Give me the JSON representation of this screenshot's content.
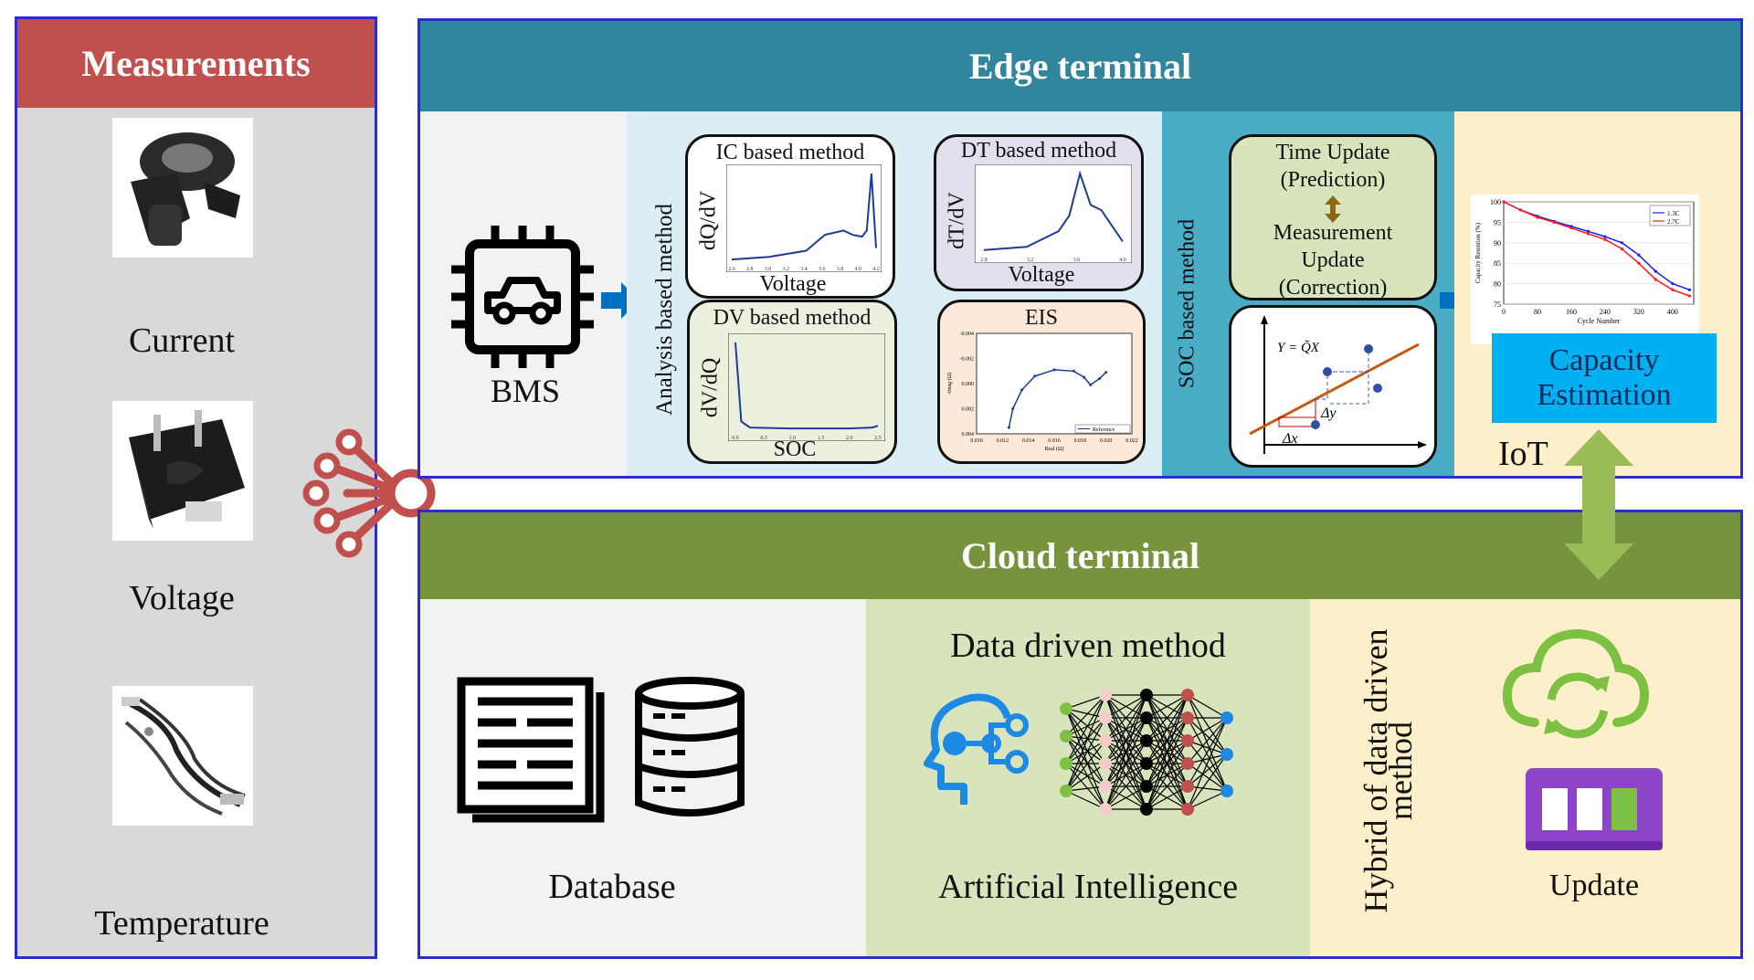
{
  "measurements": {
    "header": "Measurements",
    "items": [
      "Current",
      "Voltage",
      "Temperature"
    ]
  },
  "edge": {
    "header": "Edge terminal",
    "bms_label": "BMS",
    "analysis_label": "Analysis based method",
    "ic": {
      "title": "IC based method",
      "ylabel": "dQ/dV",
      "xlabel": "Voltage",
      "ticks": [
        "2.6",
        "2.8",
        "3.0",
        "3.2",
        "3.4",
        "3.6",
        "3.8",
        "4.0",
        "4.2"
      ]
    },
    "dt": {
      "title": "DT based method",
      "ylabel": "dT/dV",
      "xlabel": "Voltage",
      "ticks": [
        "2.8",
        "3.2",
        "3.6",
        "4.0"
      ]
    },
    "dv": {
      "title": "DV based method",
      "ylabel": "dV/dQ",
      "xlabel": "SOC",
      "ticks": [
        "0.0",
        "0.5",
        "1.0",
        "1.5",
        "2.0",
        "2.5"
      ]
    },
    "eis": {
      "title": "EIS",
      "ylabel": "-Imag (Ω)",
      "xlabel": "Real (Ω)",
      "yticks": [
        "-0.004",
        "-0.002",
        "0.000",
        "0.002",
        "0.004"
      ],
      "xticks": [
        "0.010",
        "0.012",
        "0.014",
        "0.016",
        "0.018",
        "0.020",
        "0.022"
      ],
      "legend": "Reference"
    },
    "soc_label": "SOC based method",
    "kalman": {
      "line1": "Time Update",
      "line2": "(Prediction)",
      "line3": "Measurement",
      "line4": "Update",
      "line5": "(Correction)"
    },
    "regression": {
      "equation": "Y = Q̃X",
      "dy": "Δy",
      "dx": "Δx"
    },
    "capacity_chart": {
      "ylabel": "Capacity Retention (%)",
      "xlabel": "Cycle Number",
      "yticks": [
        "100",
        "95",
        "90",
        "85",
        "80",
        "75"
      ],
      "xticks": [
        "0",
        "80",
        "160",
        "240",
        "320",
        "400"
      ],
      "legend": [
        "1.3C",
        "2.7C"
      ]
    },
    "capacity_box": {
      "line1": "Capacity",
      "line2": "Estimation"
    },
    "iot_label": "IoT"
  },
  "cloud": {
    "header": "Cloud terminal",
    "database_label": "Database",
    "data_driven_title": "Data driven method",
    "ai_label": "Artificial Intelligence",
    "hybrid_line1": "Hybrid of data driven",
    "hybrid_line2": "method",
    "update_label": "Update"
  },
  "colors": {
    "measurements_header": "#c0504d",
    "edge_header": "#31859c",
    "cloud_header": "#77933c",
    "panel_border": "#2b2bd6",
    "capacity_box": "#00b0f0",
    "arrow_blue": "#0070c0",
    "arrow_green": "#9bbb59",
    "connector_red": "#c0504d"
  },
  "chart_data": [
    {
      "type": "line",
      "title": "IC based method",
      "xlabel": "Voltage",
      "ylabel": "dQ/dV",
      "x": [
        2.6,
        3.0,
        3.4,
        3.6,
        3.8,
        3.9,
        4.0,
        4.05,
        4.1,
        4.15
      ],
      "series": [
        {
          "values": [
            0.02,
            0.05,
            0.12,
            0.3,
            0.35,
            0.3,
            0.28,
            0.35,
            1.0,
            0.15
          ]
        }
      ]
    },
    {
      "type": "line",
      "title": "DT based method",
      "xlabel": "Voltage",
      "ylabel": "dT/dV",
      "x": [
        2.8,
        3.2,
        3.5,
        3.6,
        3.7,
        3.8,
        3.9,
        4.0,
        4.1
      ],
      "series": [
        {
          "values": [
            0.02,
            0.05,
            0.2,
            0.35,
            0.75,
            0.45,
            0.4,
            0.25,
            0.1
          ]
        }
      ]
    },
    {
      "type": "line",
      "title": "DV based method",
      "xlabel": "SOC",
      "ylabel": "dV/dQ",
      "x": [
        0.05,
        0.15,
        0.3,
        1.0,
        2.0,
        2.4,
        2.5
      ],
      "series": [
        {
          "values": [
            1.0,
            0.1,
            0.03,
            0.02,
            0.02,
            0.03,
            0.05
          ]
        }
      ]
    },
    {
      "type": "line",
      "title": "EIS",
      "xlabel": "Real (Ω)",
      "ylabel": "-Imag (Ω)",
      "series": [
        {
          "name": "Reference",
          "x": [
            0.0125,
            0.0128,
            0.0135,
            0.0145,
            0.016,
            0.0175,
            0.0183,
            0.0188,
            0.0195,
            0.02
          ],
          "values": [
            0.0035,
            0.002,
            0.0005,
            -0.0006,
            -0.0011,
            -0.001,
            -0.0005,
            0.0001,
            -0.0004,
            -0.0009
          ]
        }
      ]
    },
    {
      "type": "line",
      "ylabel": "Capacity Retention (%)",
      "xlabel": "Cycle Number",
      "ylim": [
        75,
        100
      ],
      "xlim": [
        0,
        450
      ],
      "x": [
        0,
        40,
        80,
        120,
        160,
        200,
        240,
        280,
        320,
        360,
        400,
        440
      ],
      "series": [
        {
          "name": "1.3C",
          "values": [
            100,
            98,
            96.5,
            95.2,
            94,
            92.8,
            91.5,
            90,
            87,
            83,
            80,
            78.5
          ]
        },
        {
          "name": "2.7C",
          "values": [
            100,
            98,
            96.2,
            95,
            93.6,
            92.2,
            90.8,
            88.5,
            85,
            81,
            78.5,
            77
          ]
        }
      ]
    }
  ]
}
